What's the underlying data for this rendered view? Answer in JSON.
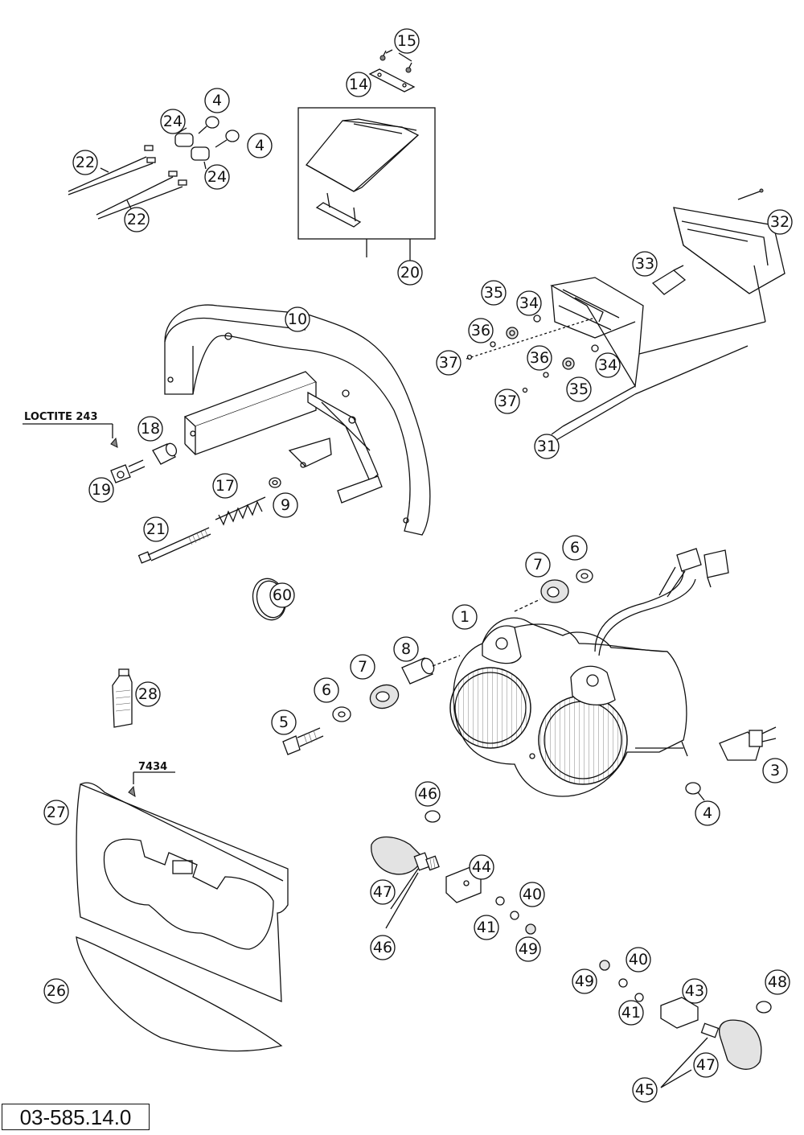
{
  "document_number": "03-585.14.0",
  "labels": {
    "loctite": "LOCTITE 243",
    "sealant": "7434"
  },
  "callouts": [
    "15",
    "14",
    "4",
    "24",
    "4",
    "22",
    "24",
    "22",
    "20",
    "32",
    "33",
    "35",
    "34",
    "36",
    "37",
    "36",
    "34",
    "37",
    "35",
    "31",
    "10",
    "18",
    "19",
    "17",
    "9",
    "21",
    "60",
    "7",
    "6",
    "1",
    "8",
    "7",
    "6",
    "5",
    "3",
    "4",
    "28",
    "27",
    "46",
    "44",
    "47",
    "40",
    "41",
    "49",
    "46",
    "26",
    "40",
    "49",
    "43",
    "48",
    "41",
    "47",
    "45"
  ]
}
